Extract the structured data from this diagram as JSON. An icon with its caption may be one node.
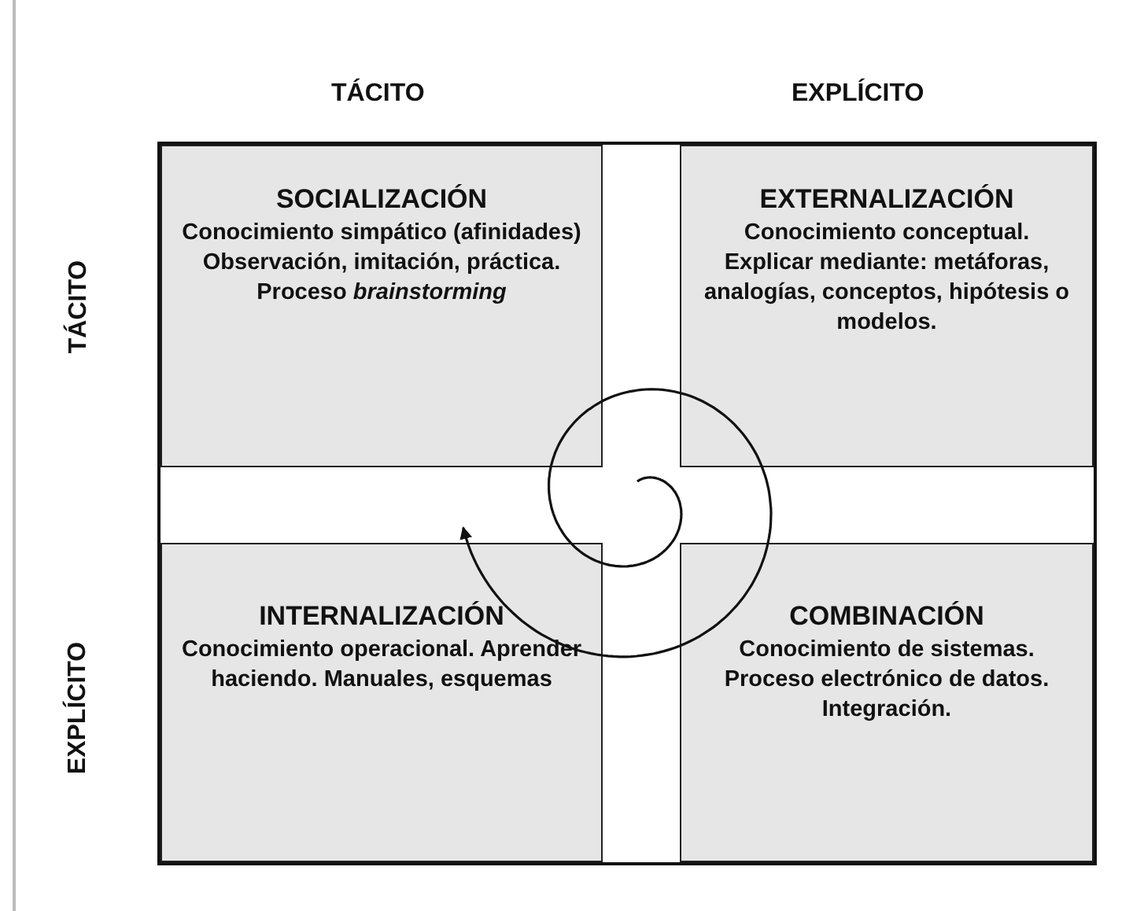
{
  "diagram": {
    "nodes": [
      {
        "text": [
          "SOCIALIZACIÓN",
          "Conocimiento simpático (afinidades) Observación, imitación, práctica. Proceso *brainstorming*"
        ]
      },
      {
        "text": [
          "EXTERNALIZACIÓN",
          "Conocimiento conceptual. Explicar mediante: metáforas, analogías, conceptos, hipótesis o modelos."
        ]
      },
      {
        "text": [
          "INTERNALIZACIÓN",
          "Conocimiento operacional. Aprender haciendo. Manuales, esquemas"
        ]
      },
      {
        "text": [
          "COMBINACIÓN",
          "Conocimiento de sistemas. Proceso electrónico de datos. Integración."
        ]
      }
    ],
    "labels": [
      "TÁCITO",
      "EXPLÍCITO",
      "TÁCITO",
      "EXPLÍCITO"
    ]
  }
}
